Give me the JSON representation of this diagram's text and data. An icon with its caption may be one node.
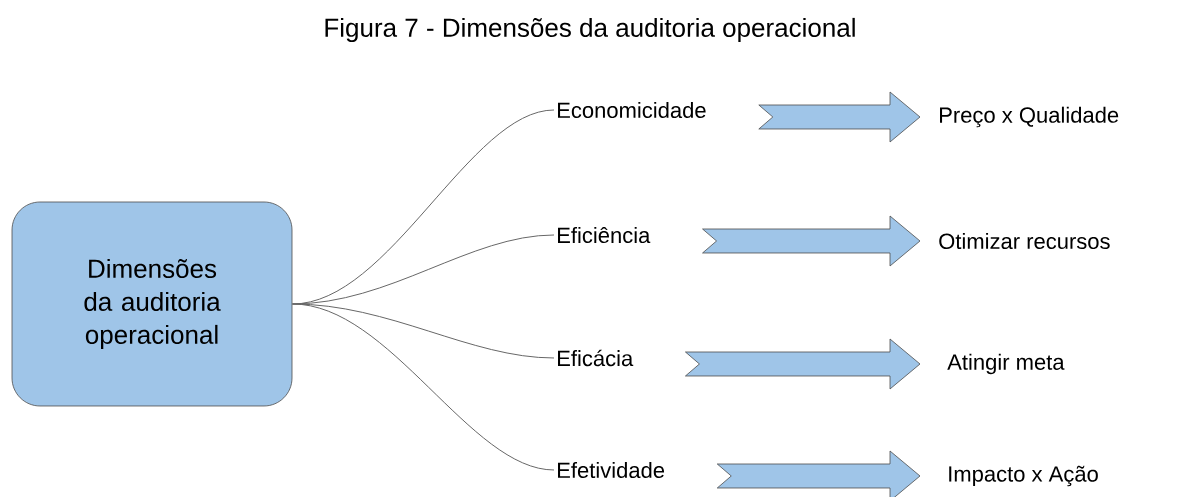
{
  "diagram": {
    "title": "Figura 7 - Dimensões da auditoria operacional",
    "nodes": [
      {
        "text": [
          "Dimensões da auditoria operacional"
        ]
      },
      {
        "text": [
          "Economicidade"
        ]
      },
      {
        "text": [
          "Eficiência"
        ]
      },
      {
        "text": [
          "Eficácia"
        ]
      },
      {
        "text": [
          "Efetividade"
        ]
      },
      {
        "text": [
          "Preço x Qualidade"
        ]
      },
      {
        "text": [
          "Otimizar recursos"
        ]
      },
      {
        "text": [
          "Atingir meta"
        ]
      },
      {
        "text": [
          "Impacto x Ação"
        ]
      }
    ],
    "edges": [
      {
        "from": 0,
        "to": 1,
        "arrow": "none"
      },
      {
        "from": 0,
        "to": 2,
        "arrow": "none"
      },
      {
        "from": 0,
        "to": 3,
        "arrow": "none"
      },
      {
        "from": 0,
        "to": 4,
        "arrow": "none"
      },
      {
        "from": 1,
        "to": 5,
        "arrow": "to",
        "style": "thick",
        "color": "#9fc5e8"
      },
      {
        "from": 2,
        "to": 6,
        "arrow": "to",
        "style": "thick",
        "color": "#9fc5e8"
      },
      {
        "from": 3,
        "to": 7,
        "arrow": "to",
        "style": "thick",
        "color": "#9fc5e8"
      },
      {
        "from": 4,
        "to": 8,
        "arrow": "to",
        "style": "thick",
        "color": "#9fc5e8"
      }
    ]
  }
}
